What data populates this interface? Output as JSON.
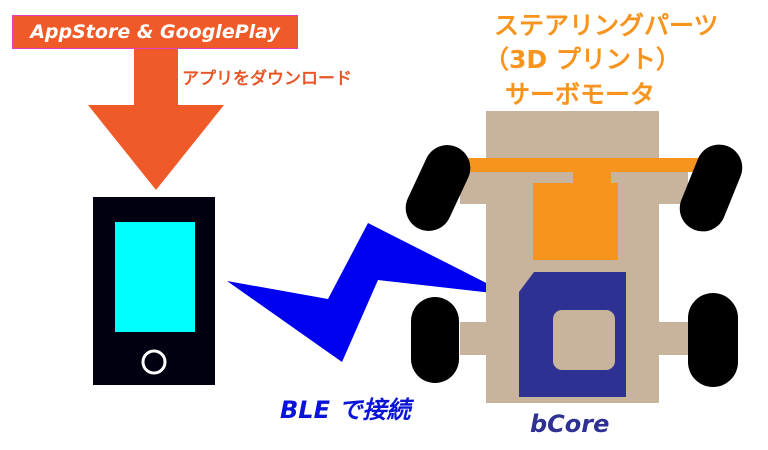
{
  "store_label": "AppStore & GooglePlay",
  "download_label": "アプリをダウンロード",
  "steering_label": {
    "line1": "ステアリングパーツ",
    "line2": "（3D プリント）",
    "line3": "サーボモータ"
  },
  "ble_label": "BLE で接続",
  "bcore_label": "bCore",
  "colors": {
    "arrow": "#f05a28",
    "phone": "#000010",
    "screen": "#00ffff",
    "bolt": "#0000f0",
    "chassis": "#c8b49c",
    "servo": "#f7941d",
    "bcore": "#2e3192",
    "wheel": "#000000"
  }
}
